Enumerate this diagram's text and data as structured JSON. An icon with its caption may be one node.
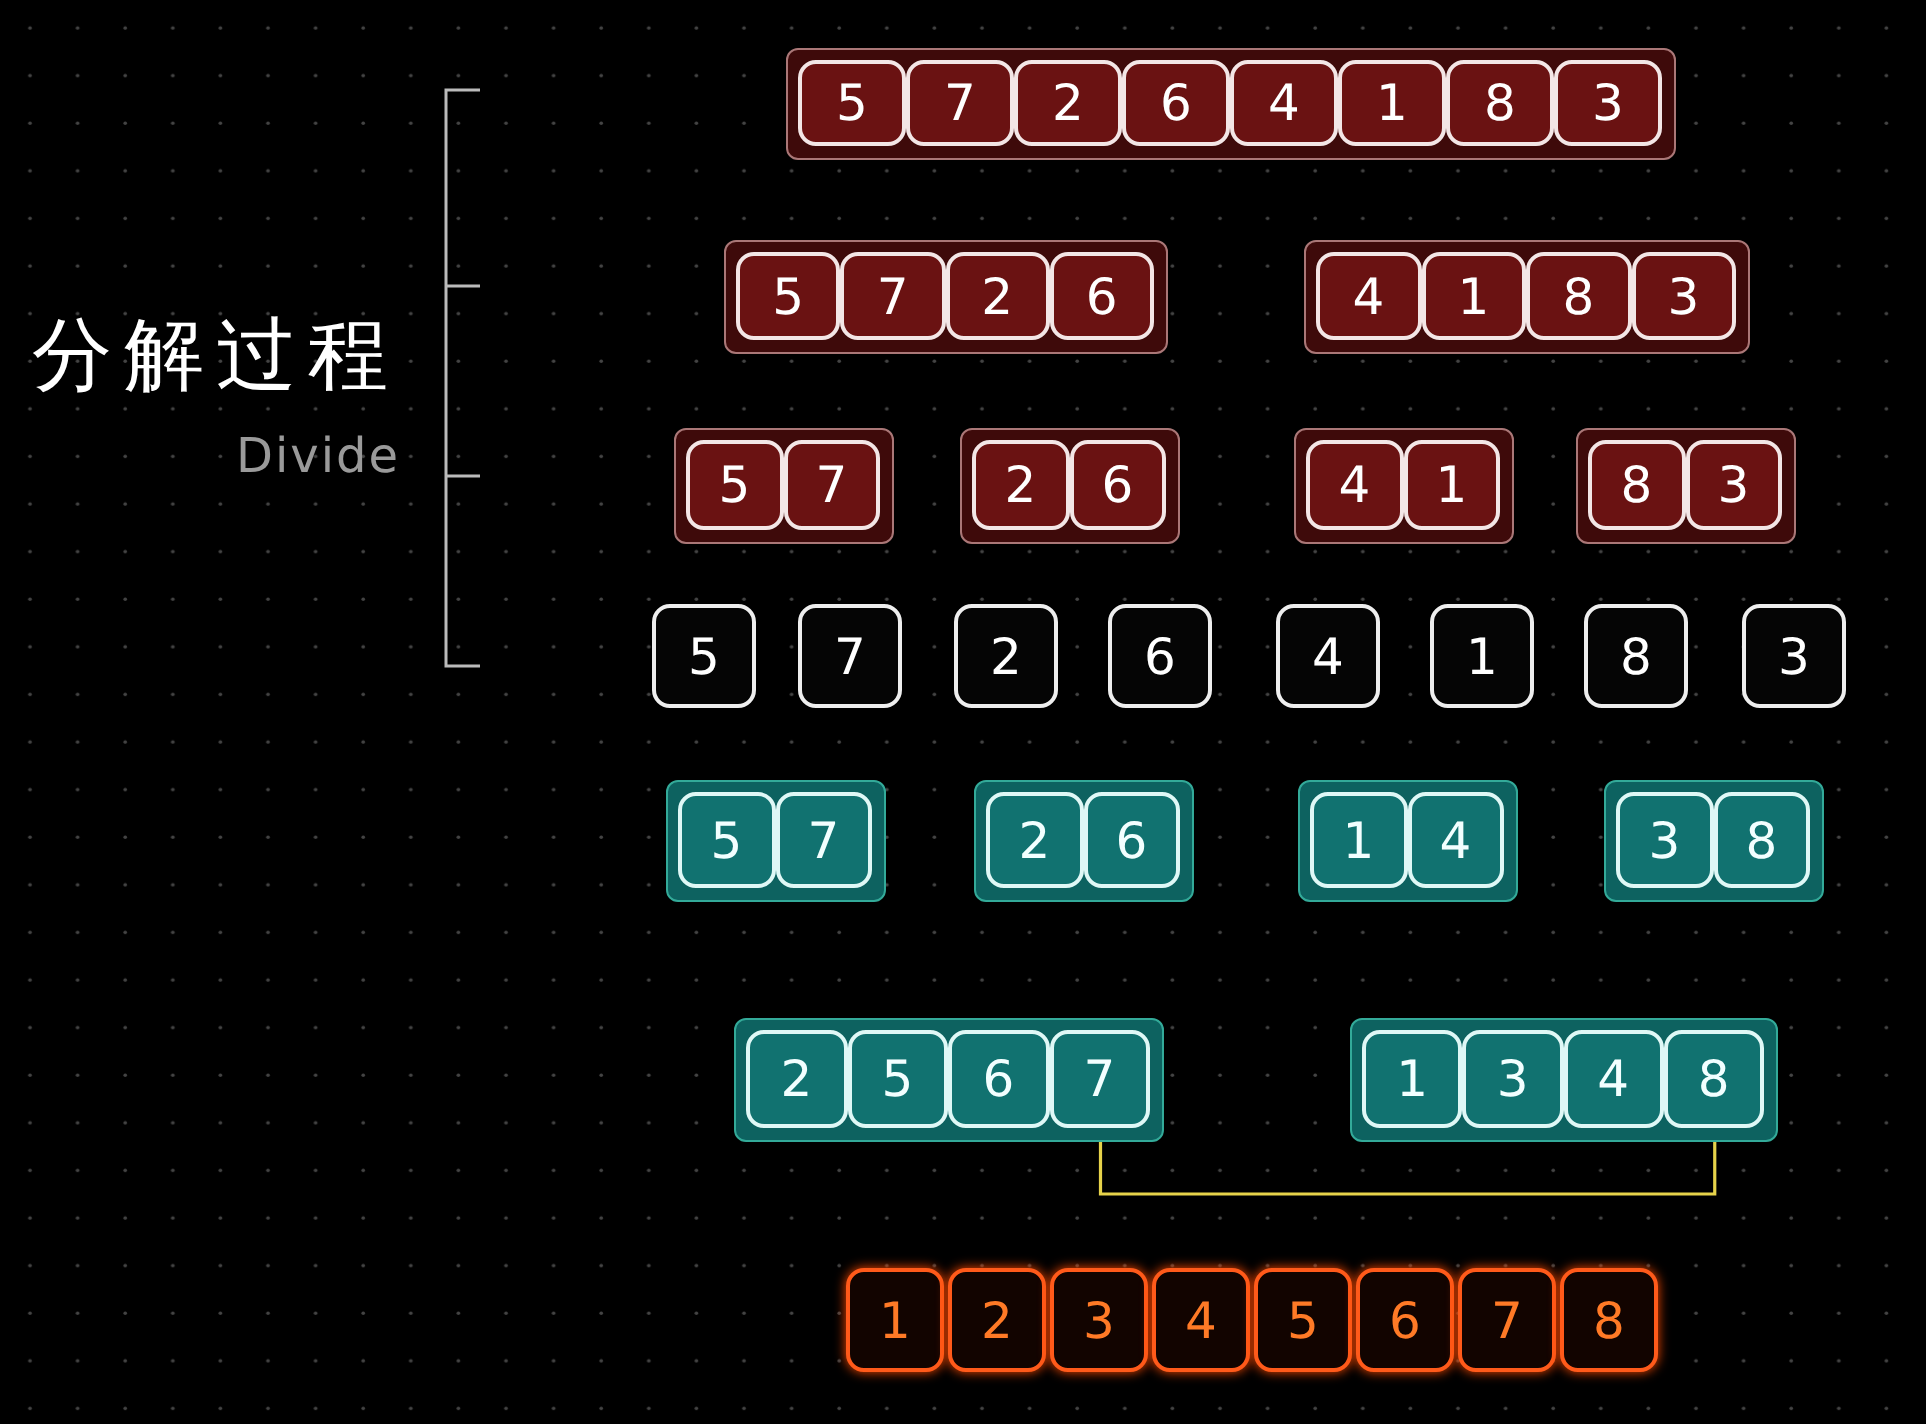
{
  "diagram": {
    "nodes": [
      {
        "text": [],
        "shape": "box"
      },
      {
        "text": [
          "5"
        ],
        "in": 0
      },
      {
        "text": [
          "7"
        ],
        "in": 0
      },
      {
        "text": [
          "2"
        ],
        "in": 0
      },
      {
        "text": [
          "6"
        ],
        "in": 0
      },
      {
        "text": [
          "4"
        ],
        "in": 0
      },
      {
        "text": [
          "1"
        ],
        "in": 0
      },
      {
        "text": [
          "8"
        ],
        "in": 0
      },
      {
        "text": [
          "3"
        ],
        "in": 0
      },
      {
        "text": [],
        "shape": "box"
      },
      {
        "text": [
          "5"
        ],
        "in": 9
      },
      {
        "text": [
          "7"
        ],
        "in": 9
      },
      {
        "text": [
          "2"
        ],
        "in": 9
      },
      {
        "text": [
          "6"
        ],
        "in": 9
      },
      {
        "text": [],
        "shape": "box"
      },
      {
        "text": [
          "4"
        ],
        "in": 14
      },
      {
        "text": [
          "1"
        ],
        "in": 14
      },
      {
        "text": [
          "8"
        ],
        "in": 14
      },
      {
        "text": [
          "3"
        ],
        "in": 14
      },
      {
        "text": [],
        "shape": "box"
      },
      {
        "text": [
          "5"
        ],
        "in": 19
      },
      {
        "text": [
          "7"
        ],
        "in": 19
      },
      {
        "text": [],
        "shape": "box"
      },
      {
        "text": [
          "2"
        ],
        "in": 22
      },
      {
        "text": [
          "6"
        ],
        "in": 22
      },
      {
        "text": [],
        "shape": "box"
      },
      {
        "text": [
          "4"
        ],
        "in": 25
      },
      {
        "text": [
          "1"
        ],
        "in": 25
      },
      {
        "text": [],
        "shape": "box"
      },
      {
        "text": [
          "8"
        ],
        "in": 28
      },
      {
        "text": [
          "3"
        ],
        "in": 28
      },
      {
        "text": [
          "5"
        ]
      },
      {
        "text": [
          "7"
        ]
      },
      {
        "text": [
          "2"
        ]
      },
      {
        "text": [
          "6"
        ]
      },
      {
        "text": [
          "4"
        ]
      },
      {
        "text": [
          "1"
        ]
      },
      {
        "text": [
          "8"
        ]
      },
      {
        "text": [
          "3"
        ]
      },
      {
        "text": [],
        "shape": "box"
      },
      {
        "text": [
          "5"
        ],
        "in": 39
      },
      {
        "text": [
          "7"
        ],
        "in": 39
      },
      {
        "text": [],
        "shape": "box"
      },
      {
        "text": [
          "2"
        ],
        "in": 42
      },
      {
        "text": [
          "6"
        ],
        "in": 42
      },
      {
        "text": [],
        "shape": "box"
      },
      {
        "text": [
          "1"
        ],
        "in": 45
      },
      {
        "text": [
          "4"
        ],
        "in": 45
      },
      {
        "text": [],
        "shape": "box"
      },
      {
        "text": [
          "3"
        ],
        "in": 48
      },
      {
        "text": [
          "8"
        ],
        "in": 48
      },
      {
        "text": [],
        "shape": "box"
      },
      {
        "text": [
          "2"
        ],
        "in": 51
      },
      {
        "text": [
          "5"
        ],
        "in": 51
      },
      {
        "text": [
          "6"
        ],
        "in": 51
      },
      {
        "text": [
          "7"
        ],
        "in": 51
      },
      {
        "text": [],
        "shape": "box"
      },
      {
        "text": [
          "1"
        ],
        "in": 56
      },
      {
        "text": [
          "3"
        ],
        "in": 56
      },
      {
        "text": [
          "4"
        ],
        "in": 56
      },
      {
        "text": [
          "8"
        ],
        "in": 56
      },
      {
        "text": [
          "1"
        ]
      },
      {
        "text": [
          "2"
        ]
      },
      {
        "text": [
          "3"
        ]
      },
      {
        "text": [
          "4"
        ]
      },
      {
        "text": [
          "5"
        ]
      },
      {
        "text": [
          "6"
        ]
      },
      {
        "text": [
          "7"
        ]
      },
      {
        "text": [
          "8"
        ]
      }
    ],
    "edges": [
      {
        "from": 55,
        "to": 60,
        "arrow": "none"
      }
    ],
    "labels": [
      "分解过程",
      "Divide"
    ]
  }
}
